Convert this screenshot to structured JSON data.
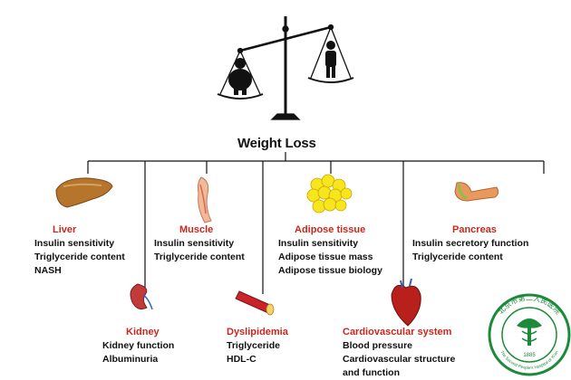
{
  "title": "Weight Loss",
  "colors": {
    "heading": "#c8281e",
    "text": "#111111",
    "line": "#111111"
  },
  "nodes": {
    "liver": {
      "title": "Liver",
      "lines": [
        "Insulin sensitivity",
        "Triglyceride content",
        "NASH"
      ],
      "icon": "liver-icon"
    },
    "muscle": {
      "title": "Muscle",
      "lines": [
        "Insulin sensitivity",
        "Triglyceride content"
      ],
      "icon": "muscle-icon"
    },
    "adipose": {
      "title": "Adipose tissue",
      "lines": [
        "Insulin sensitivity",
        "Adipose tissue mass",
        "Adipose tissue biology"
      ],
      "icon": "fat-cells-icon"
    },
    "pancreas": {
      "title": "Pancreas",
      "lines": [
        "Insulin secretory function",
        "Triglyceride content"
      ],
      "icon": "pancreas-icon"
    },
    "kidney": {
      "title": "Kidney",
      "lines": [
        "Kidney function",
        "Albuminuria"
      ],
      "icon": "kidney-icon"
    },
    "dyslipidemia": {
      "title": "Dyslipidemia",
      "lines": [
        "Triglyceride",
        "HDL-C"
      ],
      "icon": "artery-icon"
    },
    "cardio": {
      "title": "Cardiovascular system",
      "lines": [
        "Blood pressure",
        "Cardiovascular structure",
        "and function"
      ],
      "icon": "heart-icon"
    }
  },
  "seal": {
    "top_text": "北京市第二人民医院",
    "bottom_text": "The Second People's Hospital of Xi'an",
    "year": "1885"
  }
}
